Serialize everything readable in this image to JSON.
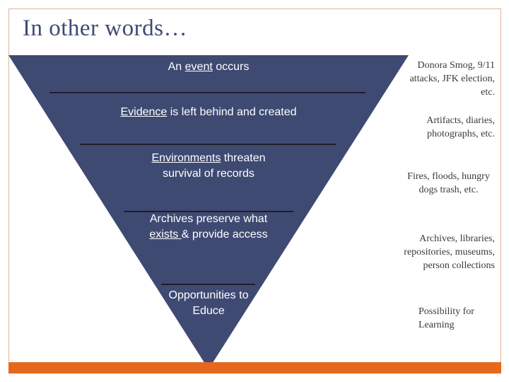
{
  "slide": {
    "title": "In other words…",
    "steps": [
      {
        "u": "",
        "pre": "An ",
        "ul": "event",
        "post": " occurs"
      },
      {
        "pre": "",
        "ul": "Evidence",
        "post": " is left behind and created"
      },
      {
        "pre": "",
        "ul": "Environments",
        "post": " threaten survival of records"
      },
      {
        "pre": "Archives preserve what ",
        "ul": "exists ",
        "post": "& provide access"
      },
      {
        "pre": "Opportunities to Educe",
        "ul": "",
        "post": ""
      }
    ],
    "notes": [
      "Donora Smog, 9/11 attacks, JFK election, etc.",
      "Artifacts, diaries, photographs, etc.",
      "Fires, floods, hungry dogs trash, etc.",
      "Archives, libraries, repositories, museums, person collections",
      "Possibility for Learning"
    ]
  },
  "colors": {
    "triangle": "#3f4a73",
    "accent_bar": "#e5681e",
    "title": "#3f4a73"
  }
}
